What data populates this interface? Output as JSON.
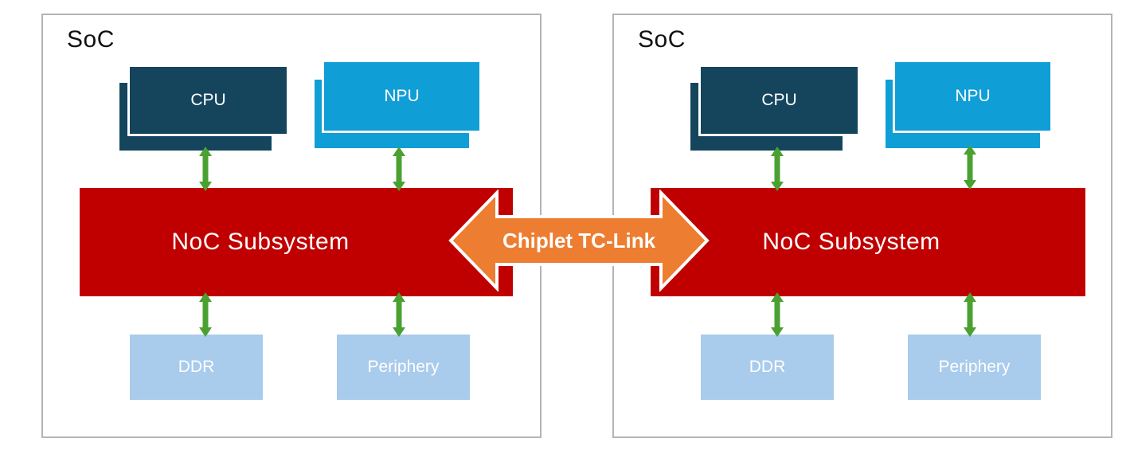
{
  "socs": [
    {
      "title": "SoC",
      "cpu_label": "CPU",
      "npu_label": "NPU",
      "noc_label": "NoC Subsystem",
      "ddr_label": "DDR",
      "periphery_label": "Periphery"
    },
    {
      "title": "SoC",
      "cpu_label": "CPU",
      "npu_label": "NPU",
      "noc_label": "NoC Subsystem",
      "ddr_label": "DDR",
      "periphery_label": "Periphery"
    }
  ],
  "link": {
    "label": "Chiplet TC-Link"
  },
  "colors": {
    "cpu": "#14455d",
    "npu": "#109ed7",
    "noc": "#c00000",
    "memory": "#a9cbec",
    "link": "#ed7d31",
    "connector": "#4aa132",
    "frame": "#b4b4b4"
  },
  "icons": {
    "connector": "double-arrow-vertical",
    "link": "double-arrow-horizontal"
  }
}
